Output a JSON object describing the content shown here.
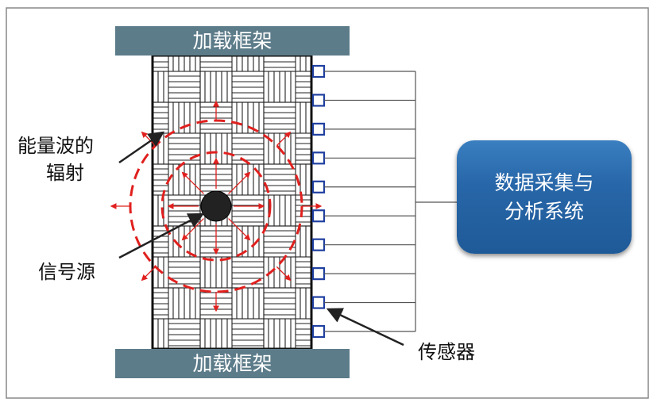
{
  "frame_top_label": "加载框架",
  "frame_bottom_label": "加载框架",
  "label_wave": [
    "能量波的",
    "辐射"
  ],
  "label_source": "信号源",
  "label_sensor": "传感器",
  "system_box": [
    "数据采集与",
    "分析系统"
  ],
  "colors": {
    "frame": "#5d7c8a",
    "sensor": "#1f3fa0",
    "wave": "#e0201e",
    "box": "#2766a8"
  },
  "sensor_count": 10
}
